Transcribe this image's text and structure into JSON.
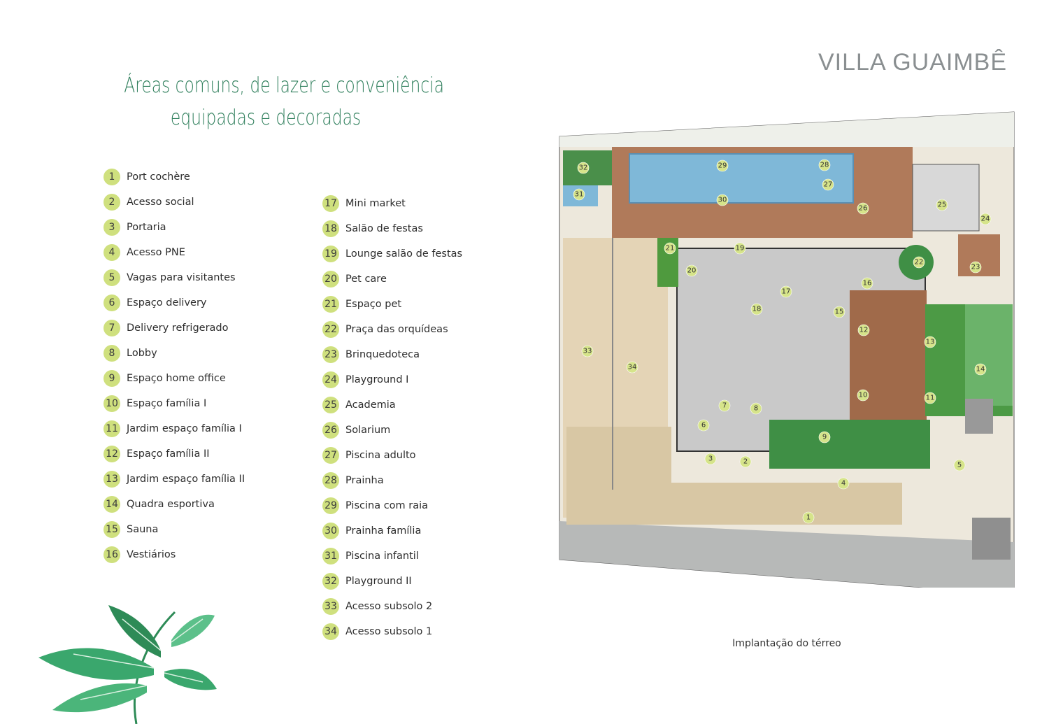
{
  "brand": {
    "name": "VILLA GUAIMBÊ"
  },
  "headline": {
    "line1": "Áreas comuns, de lazer e conveniência",
    "line2": "equipadas e decoradas"
  },
  "legend": {
    "items": [
      {
        "n": "1",
        "label": "Port cochère"
      },
      {
        "n": "2",
        "label": "Acesso social"
      },
      {
        "n": "3",
        "label": "Portaria"
      },
      {
        "n": "4",
        "label": "Acesso PNE"
      },
      {
        "n": "5",
        "label": "Vagas para visitantes"
      },
      {
        "n": "6",
        "label": "Espaço delivery"
      },
      {
        "n": "7",
        "label": "Delivery refrigerado"
      },
      {
        "n": "8",
        "label": "Lobby"
      },
      {
        "n": "9",
        "label": "Espaço home office"
      },
      {
        "n": "10",
        "label": "Espaço família I"
      },
      {
        "n": "11",
        "label": "Jardim espaço família I"
      },
      {
        "n": "12",
        "label": "Espaço família II"
      },
      {
        "n": "13",
        "label": "Jardim espaço família II"
      },
      {
        "n": "14",
        "label": "Quadra esportiva"
      },
      {
        "n": "15",
        "label": "Sauna"
      },
      {
        "n": "16",
        "label": "Vestiários"
      },
      {
        "n": "17",
        "label": "Mini market"
      },
      {
        "n": "18",
        "label": "Salão de festas"
      },
      {
        "n": "19",
        "label": "Lounge salão de festas"
      },
      {
        "n": "20",
        "label": "Pet care"
      },
      {
        "n": "21",
        "label": "Espaço pet"
      },
      {
        "n": "22",
        "label": "Praça das orquídeas"
      },
      {
        "n": "23",
        "label": "Brinquedoteca"
      },
      {
        "n": "24",
        "label": "Playground I"
      },
      {
        "n": "25",
        "label": "Academia"
      },
      {
        "n": "26",
        "label": "Solarium"
      },
      {
        "n": "27",
        "label": "Piscina adulto"
      },
      {
        "n": "28",
        "label": "Prainha"
      },
      {
        "n": "29",
        "label": "Piscina com raia"
      },
      {
        "n": "30",
        "label": "Prainha família"
      },
      {
        "n": "31",
        "label": "Piscina infantil"
      },
      {
        "n": "32",
        "label": "Playground II"
      },
      {
        "n": "33",
        "label": "Acesso subsolo 2"
      },
      {
        "n": "34",
        "label": "Acesso subsolo 1"
      }
    ]
  },
  "map": {
    "caption": "Implantação do térreo",
    "pins": [
      "1",
      "2",
      "3",
      "4",
      "5",
      "6",
      "7",
      "8",
      "9",
      "10",
      "11",
      "12",
      "13",
      "14",
      "15",
      "16",
      "17",
      "18",
      "19",
      "20",
      "21",
      "22",
      "23",
      "24",
      "25",
      "26",
      "27",
      "28",
      "29",
      "30",
      "31",
      "32",
      "33",
      "34"
    ]
  },
  "colors": {
    "accent_green": "#2f7f5c",
    "marker": "#cfe07e",
    "brand_gray": "#8a8f91"
  }
}
